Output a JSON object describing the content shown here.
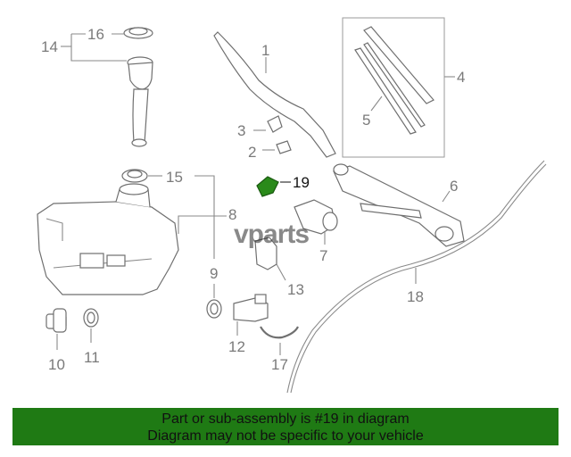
{
  "labels": {
    "l1": "1",
    "l2": "2",
    "l3": "3",
    "l4": "4",
    "l5": "5",
    "l6": "6",
    "l7": "7",
    "l8": "8",
    "l9": "9",
    "l10": "10",
    "l11": "11",
    "l12": "12",
    "l13": "13",
    "l14": "14",
    "l15": "15",
    "l16": "16",
    "l17": "17",
    "l18": "18",
    "l19": "19"
  },
  "highlighted_part": "19",
  "highlight_color": "#2a8a1a",
  "watermark": "vparts",
  "banner": {
    "line1": "Part or sub-assembly is #19 in diagram",
    "line2": "Diagram may not be specific to your vehicle",
    "color": "#1f7a14"
  }
}
